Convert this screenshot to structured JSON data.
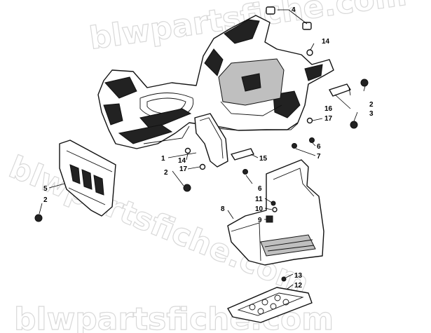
{
  "watermark": "blwpartsfiche.com",
  "callouts": [
    {
      "id": "c1",
      "label": "1"
    },
    {
      "id": "c2a",
      "label": "2"
    },
    {
      "id": "c2b",
      "label": "2"
    },
    {
      "id": "c2c",
      "label": "2"
    },
    {
      "id": "c3",
      "label": "3"
    },
    {
      "id": "c4",
      "label": "4"
    },
    {
      "id": "c5",
      "label": "5"
    },
    {
      "id": "c6a",
      "label": "6"
    },
    {
      "id": "c6b",
      "label": "6"
    },
    {
      "id": "c7",
      "label": "7"
    },
    {
      "id": "c8",
      "label": "8"
    },
    {
      "id": "c9",
      "label": "9"
    },
    {
      "id": "c10",
      "label": "10"
    },
    {
      "id": "c11",
      "label": "11"
    },
    {
      "id": "c12",
      "label": "12"
    },
    {
      "id": "c13",
      "label": "13"
    },
    {
      "id": "c14a",
      "label": "14"
    },
    {
      "id": "c14b",
      "label": "14"
    },
    {
      "id": "c15",
      "label": "15"
    },
    {
      "id": "c16",
      "label": "16"
    },
    {
      "id": "c17a",
      "label": "17"
    },
    {
      "id": "c17b",
      "label": "17"
    }
  ]
}
